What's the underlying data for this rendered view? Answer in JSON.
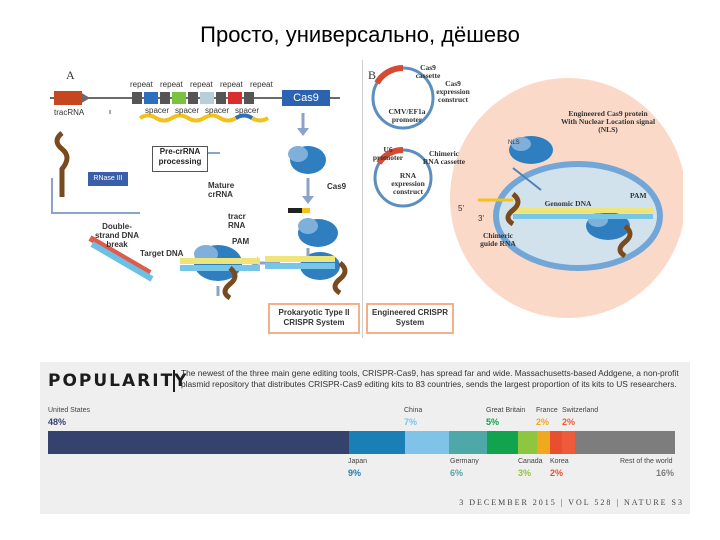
{
  "title": "Просто, универсально, дёшево",
  "figure": {
    "panel_a": {
      "letter": "A",
      "tracrna": "tracRNA",
      "repeats": [
        "repeat",
        "repeat",
        "repeat",
        "repeat",
        "repeat"
      ],
      "spacers": [
        "spacer",
        "spacer",
        "spacer",
        "spacer"
      ],
      "cas9_gene": "Cas9",
      "pre_crrna": "Pre-crRNA processing",
      "rnase": "RNase III",
      "mature_crrna": "Mature crRNA",
      "cas9": "Cas9",
      "tracr_rna": "tracr RNA",
      "pam": "PAM",
      "target_dna": "Target DNA",
      "dsb": "Double-strand DNA break",
      "system_label": "Prokaryotic Type II CRISPR System"
    },
    "panel_b": {
      "letter": "B",
      "cassette": "Cas9 cassette",
      "expression": "Cas9 expression construct",
      "cmv": "CMV/EF1a promoter",
      "u6": "U6 promoter",
      "chimeric_cassette": "Chimeric RNA cassette",
      "rna_expression": "RNA expression construct",
      "engineered_protein": "Engineered Cas9 protein With Nuclear Location signal (NLS)",
      "nls": "NLS",
      "pam": "PAM",
      "genomic_dna": "Genomic DNA",
      "five_prime": "5'",
      "three_prime": "3'",
      "chimeric_guide": "Chimeric guide RNA",
      "system_label": "Engineered CRISPR System"
    },
    "colors": {
      "cas9_blue": "#2b63b0",
      "cell_pink": "#fbd9c8",
      "nucleus_blue": "#cfe3f0"
    }
  },
  "popularity": {
    "title": "POPULARITY",
    "description": "The newest of the three main gene editing tools, CRISPR-Cas9, has spread far and wide. Massachusetts-based Addgene, a non-profit plasmid repository that distributes CRISPR-Cas9 editing kits to 83 countries, sends the largest proportion of its kits to US researchers.",
    "top_countries": [
      {
        "name": "United States",
        "pct": "48%",
        "color": "#36426e"
      },
      {
        "name": "China",
        "pct": "7%",
        "color": "#7fc3e8"
      },
      {
        "name": "Great Britain",
        "pct": "5%",
        "color": "#11a34d"
      },
      {
        "name": "France",
        "pct": "2%",
        "color": "#f0a81c"
      },
      {
        "name": "Switzerland",
        "pct": "2%",
        "color": "#ef5b3a"
      }
    ],
    "bottom_countries": [
      {
        "name": "Japan",
        "pct": "9%",
        "color": "#1a7fb4"
      },
      {
        "name": "Germany",
        "pct": "6%",
        "color": "#4ea8a8"
      },
      {
        "name": "Canada",
        "pct": "3%",
        "color": "#8dc63f"
      },
      {
        "name": "Korea",
        "pct": "2%",
        "color": "#e94e2e"
      },
      {
        "name": "Rest of the world",
        "pct": "16%",
        "color": "#7d7d7d"
      }
    ],
    "segments": [
      {
        "name": "United States",
        "value": 48,
        "color": "#36426e"
      },
      {
        "name": "Japan",
        "value": 9,
        "color": "#1a7fb4"
      },
      {
        "name": "China",
        "value": 7,
        "color": "#7fc3e8"
      },
      {
        "name": "Germany",
        "value": 6,
        "color": "#4ea8a8"
      },
      {
        "name": "Great Britain",
        "value": 5,
        "color": "#11a34d"
      },
      {
        "name": "Canada",
        "value": 3,
        "color": "#8dc63f"
      },
      {
        "name": "France",
        "value": 2,
        "color": "#f0a81c"
      },
      {
        "name": "Korea",
        "value": 2,
        "color": "#e94e2e"
      },
      {
        "name": "Switzerland",
        "value": 2,
        "color": "#ef5b3a"
      },
      {
        "name": "Rest of the world",
        "value": 16,
        "color": "#7d7d7d"
      }
    ],
    "footer": "3 DECEMBER 2015 | VOL 528 | NATURE  S3"
  }
}
